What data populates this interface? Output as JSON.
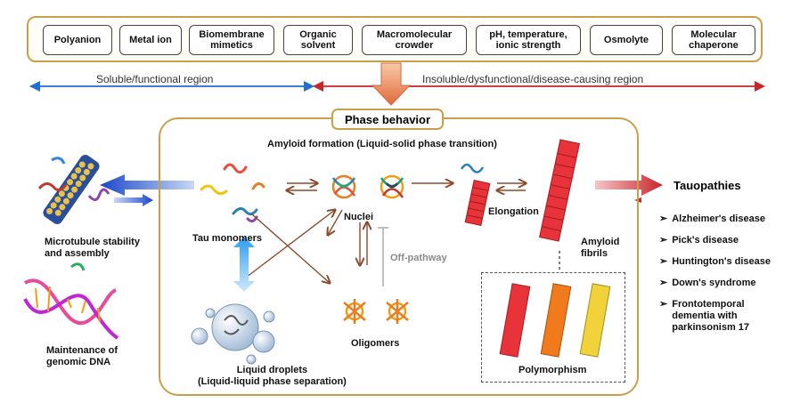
{
  "factors": [
    {
      "label": "Polyanion"
    },
    {
      "label": "Metal ion"
    },
    {
      "label": "Biomembrane\nmimetics"
    },
    {
      "label": "Organic\nsolvent"
    },
    {
      "label": "Macromolecular\ncrowder"
    },
    {
      "label": "pH, temperature,\nionic strength"
    },
    {
      "label": "Osmolyte"
    },
    {
      "label": "Molecular\nchaperone"
    }
  ],
  "regions": {
    "soluble": "Soluble/functional region",
    "insoluble": "Insoluble/dysfunctional/disease-causing region"
  },
  "phase": {
    "title": "Phase behavior",
    "amyloid_formation": "Amyloid formation (Liquid-solid phase transition)",
    "tau_monomers": "Tau monomers",
    "nuclei": "Nuclei",
    "off_pathway": "Off-pathway",
    "elongation": "Elongation",
    "amyloid_fibrils": "Amyloid\nfibrils",
    "oligomers": "Oligomers",
    "liquid_droplets": "Liquid droplets\n(Liquid-liquid phase separation)",
    "polymorphism": "Polymorphism"
  },
  "functions": {
    "microtubule": "Microtubule stability\nand assembly",
    "genomic": "Maintenance of\ngenomic DNA"
  },
  "tauopathies": {
    "title": "Tauopathies",
    "bullet": "➢",
    "items": [
      "Alzheimer's disease",
      "Pick's disease",
      "Huntington's disease",
      "Down's syndrome",
      "Frontotemporal\ndementia with\nparkinsonism 17"
    ]
  },
  "colors": {
    "gold_border": "#c9a04a",
    "brown_arrow": "#8b4a2b",
    "blue_arrow": "#1f6fd6",
    "red_arrow": "#c8242b",
    "fibril_red": "#e8333a",
    "fibril_orange": "#f07a1c",
    "fibril_yellow": "#f2d23a"
  }
}
